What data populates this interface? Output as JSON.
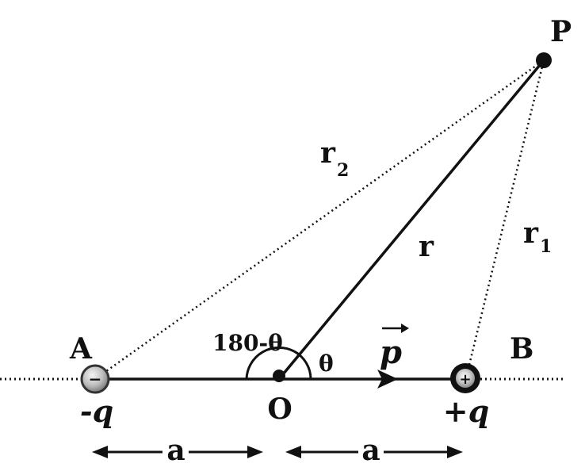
{
  "points": {
    "a_label": "A",
    "b_label": "B",
    "o_label": "O",
    "p_label": "P"
  },
  "charges": {
    "negative_label": "-q",
    "positive_label": "+q",
    "negative_sign": "−",
    "positive_sign": "+"
  },
  "distances": {
    "r_label": "r",
    "r1_base": "r",
    "r1_sub": "1",
    "r2_base": "r",
    "r2_sub": "2"
  },
  "angles": {
    "theta_label": "θ",
    "supplement_label": "180-θ"
  },
  "vector": {
    "symbol": "p"
  },
  "separations": {
    "left_label": "a",
    "right_label": "a"
  }
}
